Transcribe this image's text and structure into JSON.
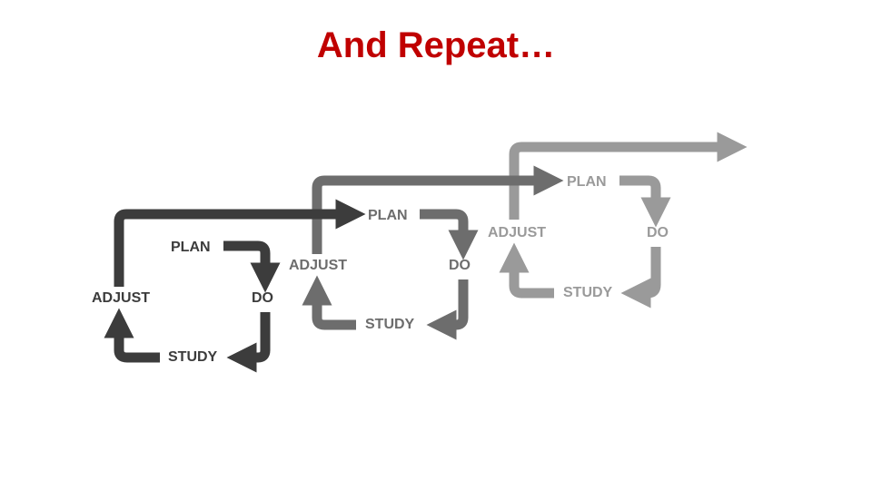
{
  "slide": {
    "title": "And Repeat…",
    "title_color": "#c00000"
  },
  "diagram": {
    "arrow_head": "filled-triangle",
    "cycles": [
      {
        "color": "#3c3c3c",
        "labels": {
          "plan": "PLAN",
          "do": "DO",
          "study": "STUDY",
          "adjust": "ADJUST"
        }
      },
      {
        "color": "#6d6d6d",
        "labels": {
          "plan": "PLAN",
          "do": "DO",
          "study": "STUDY",
          "adjust": "ADJUST"
        }
      },
      {
        "color": "#9a9a9a",
        "labels": {
          "plan": "PLAN",
          "do": "DO",
          "study": "STUDY",
          "adjust": "ADJUST"
        }
      }
    ]
  }
}
